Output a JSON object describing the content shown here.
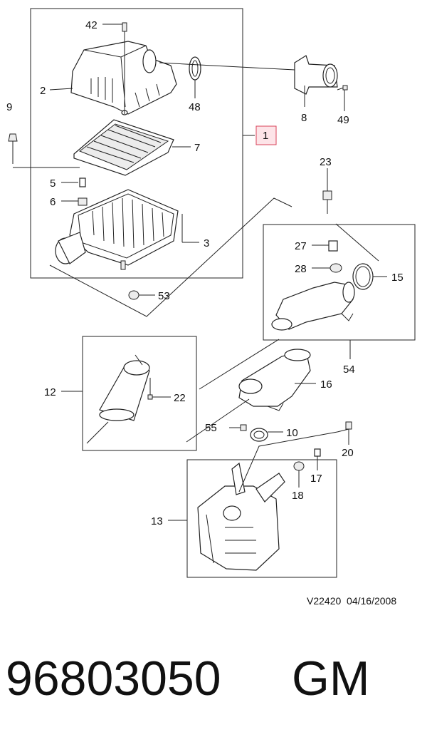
{
  "callouts": {
    "c1": "1",
    "c2": "2",
    "c3": "3",
    "c5": "5",
    "c6": "6",
    "c7": "7",
    "c8": "8",
    "c9": "9",
    "c10": "10",
    "c12": "12",
    "c13": "13",
    "c15": "15",
    "c16": "16",
    "c17": "17",
    "c18": "18",
    "c20": "20",
    "c22": "22",
    "c23": "23",
    "c27": "27",
    "c28": "28",
    "c42": "42",
    "c48": "48",
    "c49": "49",
    "c53": "53",
    "c54": "54",
    "c55": "55"
  },
  "reference": "V22420  04/16/2008",
  "part_number": "96803050",
  "brand": "GM",
  "colors": {
    "highlight_border": "#d9435a",
    "highlight_fill": "#fde4e8"
  }
}
